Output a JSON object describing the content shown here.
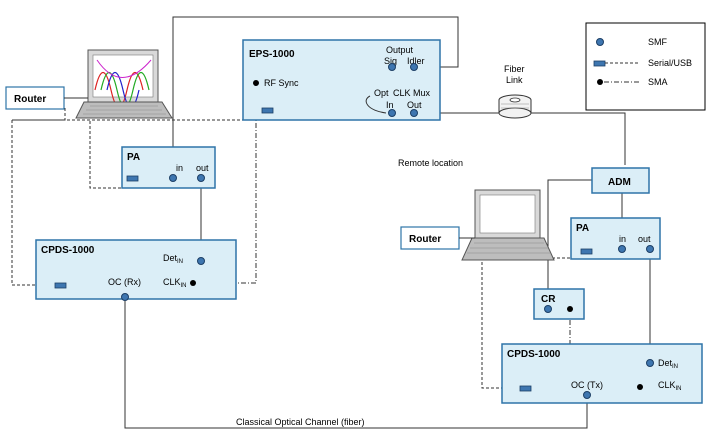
{
  "eps": {
    "title": "EPS-1000",
    "rf_sync": "RF Sync",
    "output": "Output",
    "sig": "Sig",
    "idler": "Idler",
    "opt": "Opt",
    "clk_mux": "CLK Mux",
    "in": "In",
    "out": "Out"
  },
  "fiber_link": {
    "line1": "Fiber",
    "line2": "Link"
  },
  "router_left": "Router",
  "router_right": "Router",
  "pa_left": {
    "title": "PA",
    "in": "in",
    "out": "out"
  },
  "pa_right": {
    "title": "PA",
    "in": "in",
    "out": "out"
  },
  "cpds_left": {
    "title": "CPDS-1000",
    "det": "Det",
    "det_sub": "IN",
    "clk": "CLK",
    "clk_sub": "IN",
    "oc": "OC (Rx)"
  },
  "cpds_right": {
    "title": "CPDS-1000",
    "det": "Det",
    "det_sub": "IN",
    "clk": "CLK",
    "clk_sub": "IN",
    "oc": "OC (Tx)"
  },
  "remote_location": "Remote location",
  "adm": "ADM",
  "cr": "CR",
  "channel_label": "Classical Optical Channel (fiber)",
  "legend": {
    "smf": "SMF",
    "serial": "Serial/USB",
    "sma": "SMA"
  },
  "colors": {
    "box_fill": "#dbeef7",
    "box_border": "#2e74a8",
    "port": "#3e76b0"
  }
}
